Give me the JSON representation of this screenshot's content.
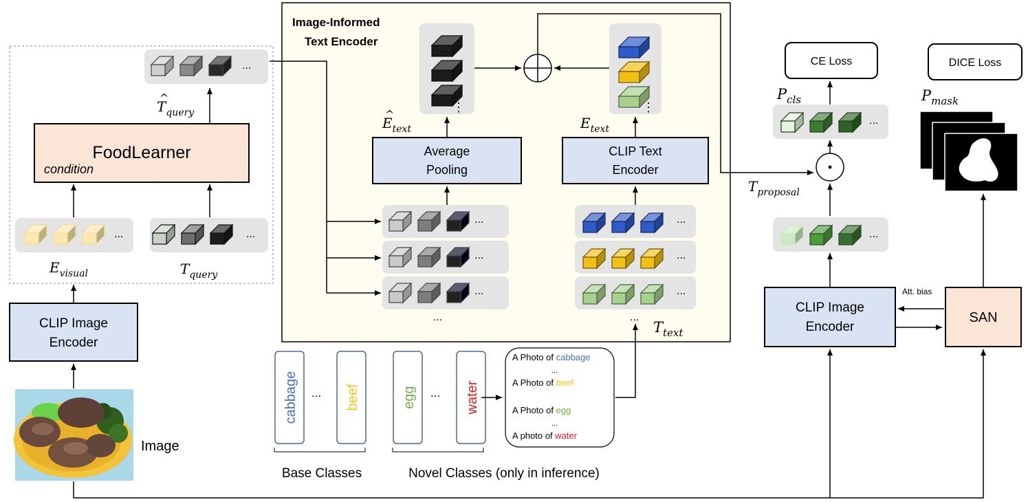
{
  "encoder_panel": {
    "title_line1": "Image-Informed",
    "title_line2": "Text Encoder",
    "fill": "#fffdf0"
  },
  "boxes": {
    "clip_image_encoder_left": {
      "line1": "CLIP Image",
      "line2": "Encoder"
    },
    "foodlearner": {
      "title": "FoodLearner",
      "note": "condition"
    },
    "average_pooling": {
      "line1": "Average",
      "line2": "Pooling"
    },
    "clip_text_encoder": {
      "line1": "CLIP Text",
      "line2": "Encoder"
    },
    "clip_image_encoder_right": {
      "line1": "CLIP Image",
      "line2": "Encoder"
    },
    "san": {
      "label": "SAN"
    },
    "ce_loss": {
      "label": "CE Loss"
    },
    "dice_loss": {
      "label": "DICE Loss"
    }
  },
  "symbols": {
    "t_query_hat": {
      "base": "T",
      "hat": "^",
      "sub": "query"
    },
    "e_visual": {
      "base": "E",
      "sub": "visual"
    },
    "t_query": {
      "base": "T",
      "sub": "query"
    },
    "e_text_hat": {
      "base": "E",
      "hat": "^",
      "sub": "text"
    },
    "e_text": {
      "base": "E",
      "sub": "text"
    },
    "t_text": {
      "base": "T",
      "sub": "text"
    },
    "t_proposal": {
      "base": "T",
      "sub": "proposal"
    },
    "p_cls": {
      "base": "P",
      "sub": "cls"
    },
    "p_mask": {
      "base": "P",
      "sub": "mask"
    }
  },
  "labels": {
    "image": "Image",
    "att_bias": "Att. bias",
    "base_classes": "Base Classes",
    "novel_classes": "Novel Classes (only in inference)",
    "ellipsis": "...",
    "vdots": "⋮",
    "odot": "⊙",
    "oplus": "⊕"
  },
  "classes": {
    "base": [
      {
        "name": "cabbage",
        "color": "#4472c4"
      },
      {
        "name": "beef",
        "color": "#f5c518"
      }
    ],
    "novel": [
      {
        "name": "egg",
        "color": "#70ad47"
      },
      {
        "name": "water",
        "color": "#e02020"
      }
    ]
  },
  "prompts": {
    "prefix_upper": "A Photo of ",
    "prefix_lower": "A photo of ",
    "items": [
      {
        "word": "cabbage",
        "color": "#4472c4"
      },
      {
        "word": "beef",
        "color": "#f5c518"
      },
      {
        "word": "egg",
        "color": "#70ad47"
      },
      {
        "word": "water",
        "color": "#e02020"
      }
    ],
    "dots": "..."
  },
  "colors": {
    "box_blue": "#dae3f3",
    "box_peach": "#fbe5d6",
    "token_bg": "#e4e4e4",
    "visual_token": "#fbe8b0",
    "text_blue": "#2e5bc8",
    "text_yellow": "#f2c014",
    "text_green": "#a9d18e",
    "cls_green": "#3f7a35"
  }
}
